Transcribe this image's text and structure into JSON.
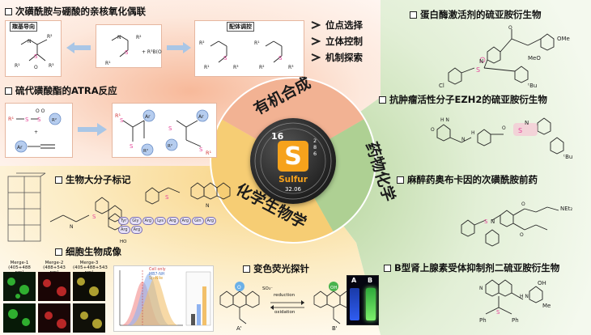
{
  "organic_synthesis": {
    "heading1": "次磺酰胺与硼酸的亲核氧化偶联",
    "tag_left": "羰基导向",
    "tag_right": "配体调控",
    "bullets": [
      "位点选择",
      "立体控制",
      "机制探索"
    ],
    "heading2": "硫代磺酸酯的ATRA反应",
    "sector_title": "有机合成"
  },
  "med_chem": {
    "sector_title": "药物化学",
    "items": [
      "蛋白酶激活剂的硫亚胺衍生物",
      "抗肿瘤活性分子EZH2的硫亚胺衍生物",
      "麻醉药奥布卡因的次磺酰胺前药",
      "B型肾上腺素受体抑制剂二硫亚胺衍生物"
    ],
    "labels": {
      "ome": "OMe",
      "meo": "MeO",
      "tbu": "ᵗBu",
      "cl": "Cl",
      "net2": "NEt₂",
      "oh": "OH",
      "me": "Me",
      "ph": "Ph"
    }
  },
  "chem_bio": {
    "sector_title": "化学生物学",
    "heading_biomacro": "生物大分子标记",
    "heading_imaging": "细胞生物成像",
    "heading_probe": "变色荧光探针",
    "peptide": [
      "Tyr",
      "Gly",
      "Arg",
      "Lys",
      "Arg",
      "Arg",
      "Gln",
      "Arg",
      "Arg",
      "Arg"
    ],
    "merge": [
      "Merge-1",
      "Merge-2",
      "Merge-3"
    ],
    "merge_sub": [
      "(405+488 nm)",
      "(488+543 nm)",
      "(405+488+543 nm)"
    ],
    "legend": [
      "Cell only",
      "MB7-NH",
      "Sp-Nile"
    ],
    "probe_labels": {
      "a": "A",
      "b": "B",
      "left": "A'",
      "right": "B'",
      "reduction": "reduction",
      "oxidation": "oxidation",
      "so3": "SO₃⁻"
    }
  },
  "element": {
    "number": "16",
    "symbol": "S",
    "name": "Sulfur",
    "mass": "32.06",
    "shells": [
      "2",
      "8",
      "6"
    ]
  },
  "colors": {
    "organic": "#f5c9b0",
    "med": "#cfe3bd",
    "bio": "#fbe2a6"
  }
}
